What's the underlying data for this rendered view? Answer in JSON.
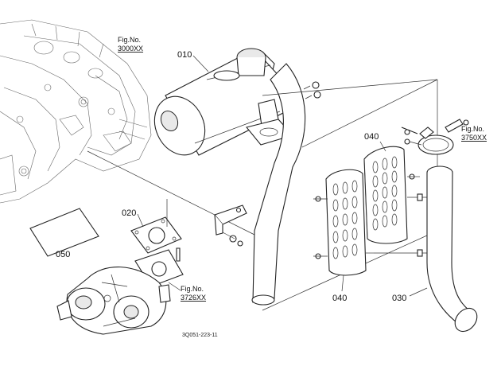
{
  "part_labels": {
    "muffler": "010",
    "gasket": "020",
    "pipe": "030",
    "cover_upper": "040",
    "cover_lower": "040",
    "sheet": "050"
  },
  "fig_refs": {
    "engine": {
      "title": "Fig.No.",
      "code": "3000XX"
    },
    "turbo": {
      "title": "Fig.No.",
      "code": "3726XX"
    },
    "clamp": {
      "title": "Fig.No.",
      "code": "3750XX"
    }
  },
  "drawing_code": "3Q051-223-11"
}
